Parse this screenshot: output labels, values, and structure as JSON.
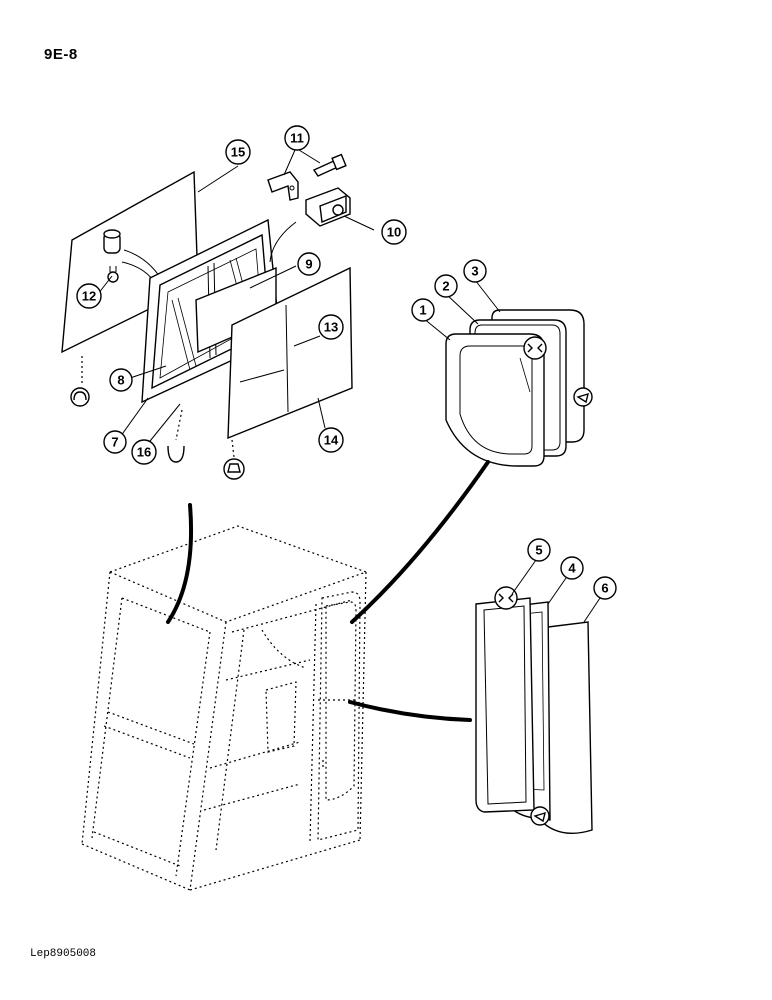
{
  "page": {
    "code": "9E-8",
    "doc_ref": "Lep8905008"
  },
  "callouts": [
    {
      "id": "c1",
      "label": "1"
    },
    {
      "id": "c2",
      "label": "2"
    },
    {
      "id": "c3",
      "label": "3"
    },
    {
      "id": "c4",
      "label": "4"
    },
    {
      "id": "c5",
      "label": "5"
    },
    {
      "id": "c6",
      "label": "6"
    },
    {
      "id": "c7",
      "label": "7"
    },
    {
      "id": "c8",
      "label": "8"
    },
    {
      "id": "c9",
      "label": "9"
    },
    {
      "id": "c10",
      "label": "10"
    },
    {
      "id": "c11",
      "label": "11"
    },
    {
      "id": "c12",
      "label": "12"
    },
    {
      "id": "c13",
      "label": "13"
    },
    {
      "id": "c14",
      "label": "14"
    },
    {
      "id": "c15",
      "label": "15"
    },
    {
      "id": "c16",
      "label": "16"
    }
  ]
}
